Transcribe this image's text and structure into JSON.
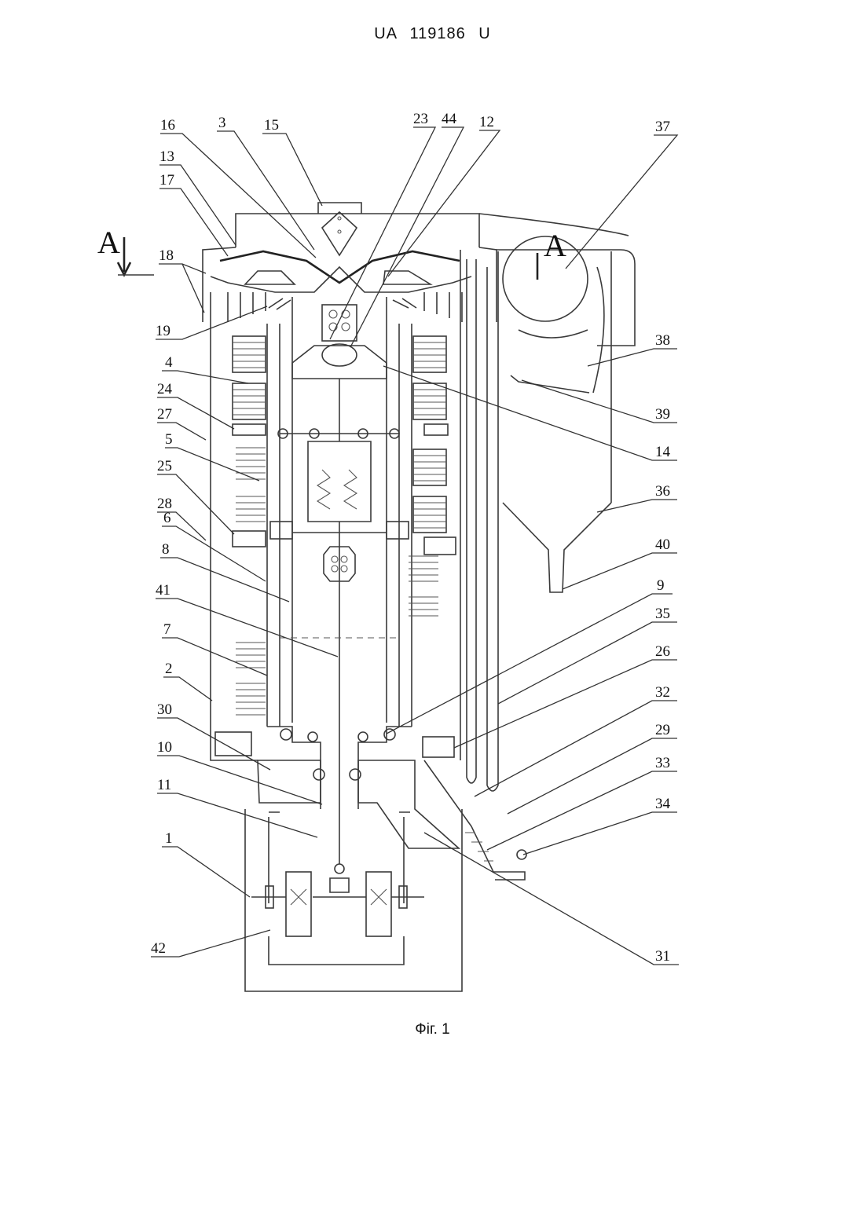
{
  "document": {
    "header": "UA 119186 U",
    "caption": "Фіг. 1"
  },
  "section_marks": {
    "left": "A",
    "right": "A"
  },
  "labels": [
    {
      "id": "l16",
      "text": "16"
    },
    {
      "id": "l3",
      "text": "3"
    },
    {
      "id": "l15",
      "text": "15"
    },
    {
      "id": "l23",
      "text": "23"
    },
    {
      "id": "l44",
      "text": "44"
    },
    {
      "id": "l12",
      "text": "12"
    },
    {
      "id": "l37",
      "text": "37"
    },
    {
      "id": "l13",
      "text": "13"
    },
    {
      "id": "l17",
      "text": "17"
    },
    {
      "id": "l18",
      "text": "18"
    },
    {
      "id": "l19",
      "text": "19"
    },
    {
      "id": "l38",
      "text": "38"
    },
    {
      "id": "l4",
      "text": "4"
    },
    {
      "id": "l39",
      "text": "39"
    },
    {
      "id": "l24",
      "text": "24"
    },
    {
      "id": "l27",
      "text": "27"
    },
    {
      "id": "l14",
      "text": "14"
    },
    {
      "id": "l5",
      "text": "5"
    },
    {
      "id": "l25",
      "text": "25"
    },
    {
      "id": "l36",
      "text": "36"
    },
    {
      "id": "l28",
      "text": "28"
    },
    {
      "id": "l6",
      "text": "6"
    },
    {
      "id": "l40",
      "text": "40"
    },
    {
      "id": "l8",
      "text": "8"
    },
    {
      "id": "l9",
      "text": "9"
    },
    {
      "id": "l41",
      "text": "41"
    },
    {
      "id": "l35",
      "text": "35"
    },
    {
      "id": "l7",
      "text": "7"
    },
    {
      "id": "l26",
      "text": "26"
    },
    {
      "id": "l2",
      "text": "2"
    },
    {
      "id": "l32",
      "text": "32"
    },
    {
      "id": "l30",
      "text": "30"
    },
    {
      "id": "l29",
      "text": "29"
    },
    {
      "id": "l10",
      "text": "10"
    },
    {
      "id": "l33",
      "text": "33"
    },
    {
      "id": "l11",
      "text": "11"
    },
    {
      "id": "l34",
      "text": "34"
    },
    {
      "id": "l1",
      "text": "1"
    },
    {
      "id": "l42",
      "text": "42"
    },
    {
      "id": "l31",
      "text": "31"
    }
  ]
}
